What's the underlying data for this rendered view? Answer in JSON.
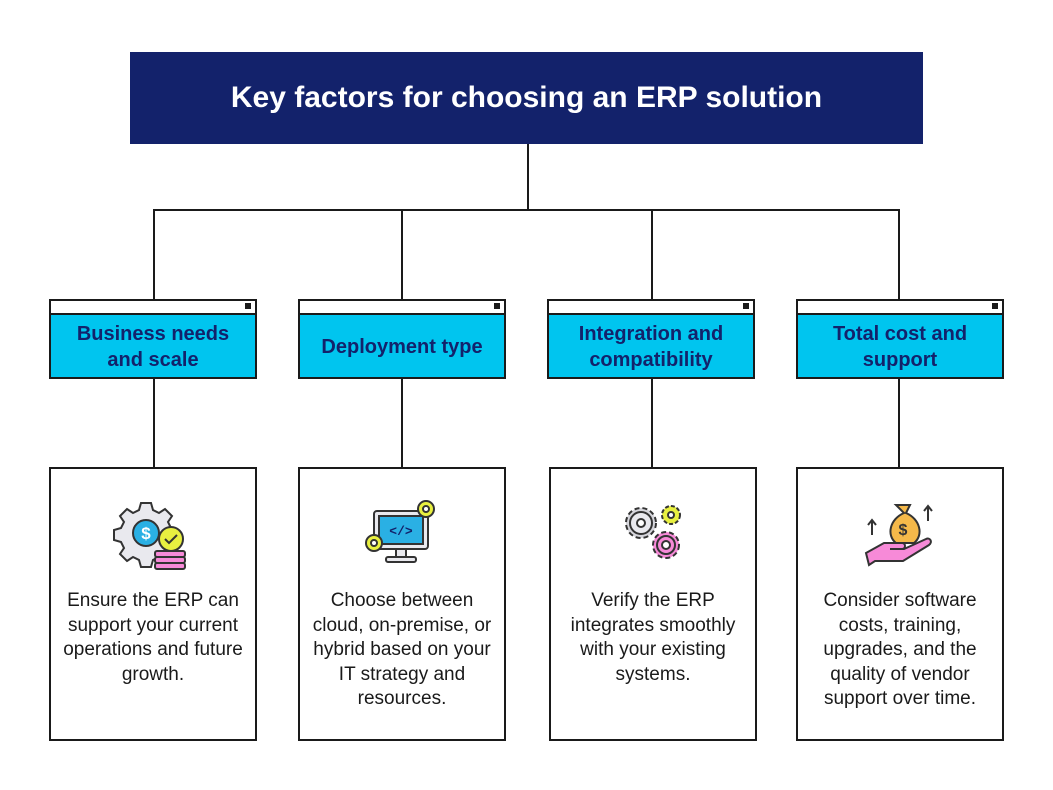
{
  "title": "Key factors for choosing an ERP solution",
  "factors": [
    {
      "heading": "Business needs and scale",
      "icon": "gear-dollar-check-icon",
      "description": "Ensure the ERP can support your current operations and future growth."
    },
    {
      "heading": "Deployment type",
      "icon": "monitor-code-gears-icon",
      "description": "Choose between cloud, on-premise, or hybrid based on your IT strategy and resources."
    },
    {
      "heading": "Integration and compatibility",
      "icon": "interlocking-gears-icon",
      "description": "Verify the ERP integrates smoothly with your existing systems."
    },
    {
      "heading": "Total cost and support",
      "icon": "hand-money-bag-icon",
      "description": "Consider software costs, training, upgrades, and the quality of vendor support over time."
    }
  ],
  "colors": {
    "title_bg": "#13226b",
    "header_bg": "#00c5ef",
    "header_text": "#13226b"
  }
}
